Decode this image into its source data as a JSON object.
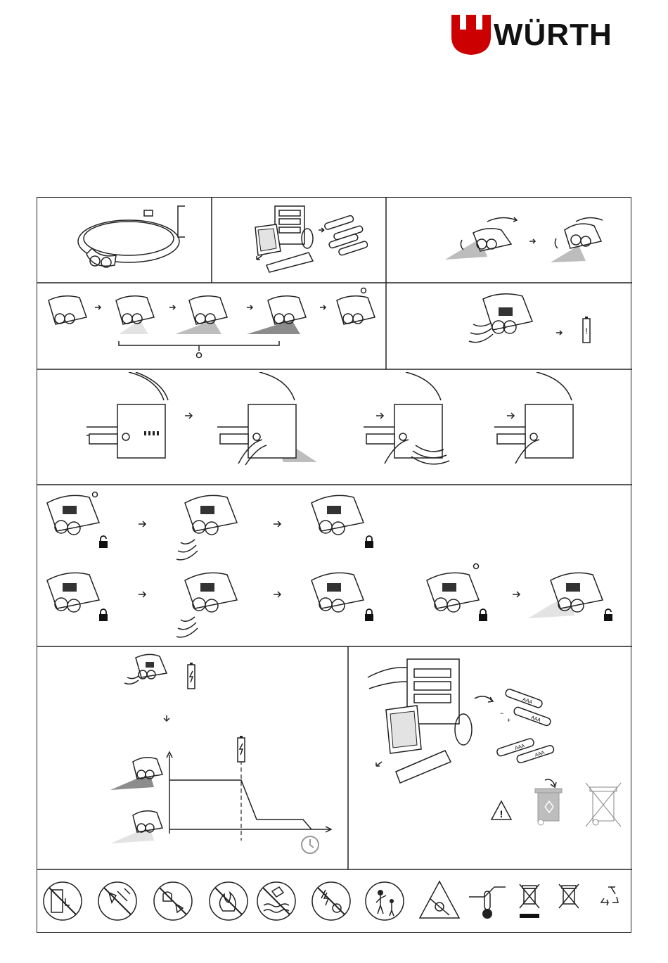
{
  "brand": {
    "name": "WÜRTH",
    "color": "#cc0000"
  },
  "panels": {
    "battery_types": [
      "AAA",
      "AAA",
      "AAA",
      "AAA"
    ],
    "battery_symbols": {
      "plus": "+",
      "minus": "−"
    },
    "warning_symbol": "!"
  },
  "icons": [
    "do-not-open-device-icon",
    "do-not-hit-icon",
    "do-not-drop-icon",
    "no-fire-icon",
    "no-water-icon",
    "no-battery-modification-icon",
    "keep-away-from-children-icon",
    "do-not-stare-into-light-icon",
    "temperature-limit-icon",
    "weee-bin-bar-icon",
    "weee-bin-icon",
    "recycling-icon"
  ]
}
